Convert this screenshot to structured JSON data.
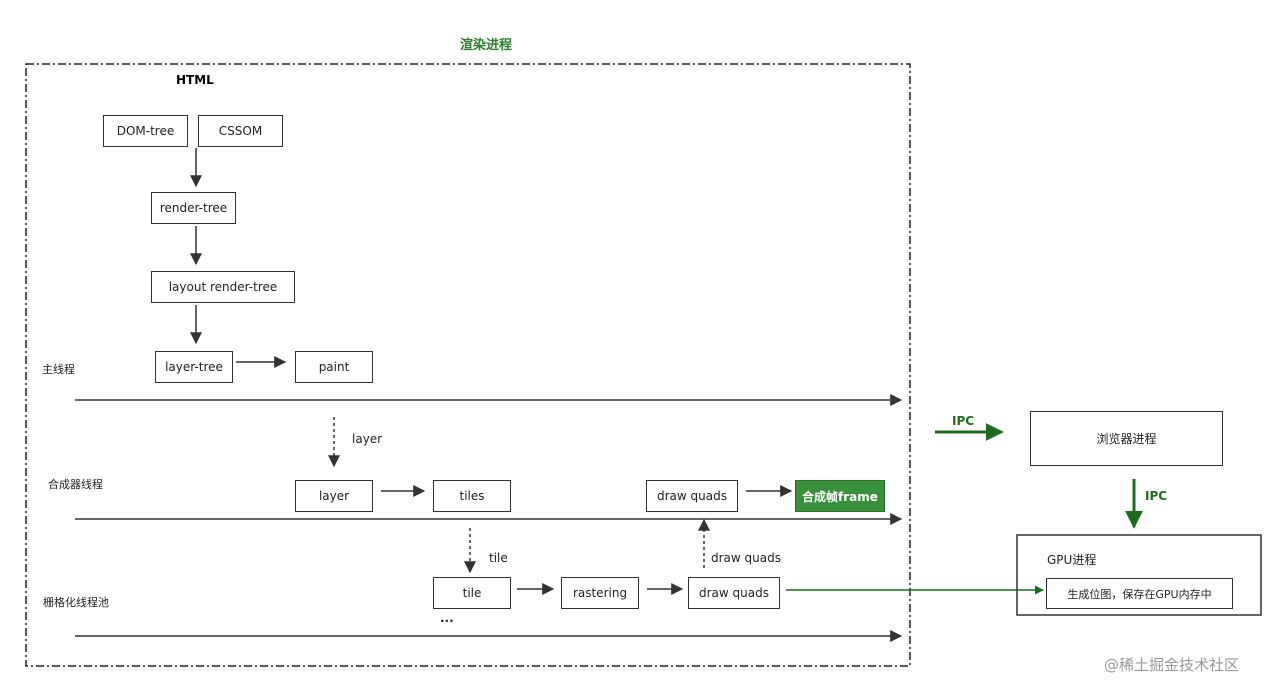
{
  "render_process": {
    "title": "渲染进程",
    "html_label": "HTML",
    "main_thread": {
      "label": "主线程",
      "nodes": [
        "DOM-tree",
        "CSSOM",
        "render-tree",
        "layout render-tree",
        "layer-tree",
        "paint"
      ]
    },
    "compositor_thread": {
      "label": "合成器线程",
      "incoming_edge_label": "layer",
      "nodes": [
        "layer",
        "tiles",
        "draw quads",
        "合成帧frame"
      ]
    },
    "raster_pool": {
      "label": "栅格化线程池",
      "incoming_edge_label": "tile",
      "outgoing_edge_label": "draw quads",
      "nodes": [
        "tile",
        "rastering",
        "draw quads"
      ],
      "more": "..."
    }
  },
  "browser_process": {
    "label": "浏览器进程"
  },
  "gpu_process": {
    "label": "GPU进程",
    "inner_label": "生成位图，保存在GPU内存中"
  },
  "edges": {
    "ipc_1": "IPC",
    "ipc_2": "IPC"
  },
  "watermark": "@稀土掘金技术社区",
  "colors": {
    "accent_green": "#2e7d32",
    "frame_fill": "#3a8f3a",
    "line": "#333333"
  }
}
